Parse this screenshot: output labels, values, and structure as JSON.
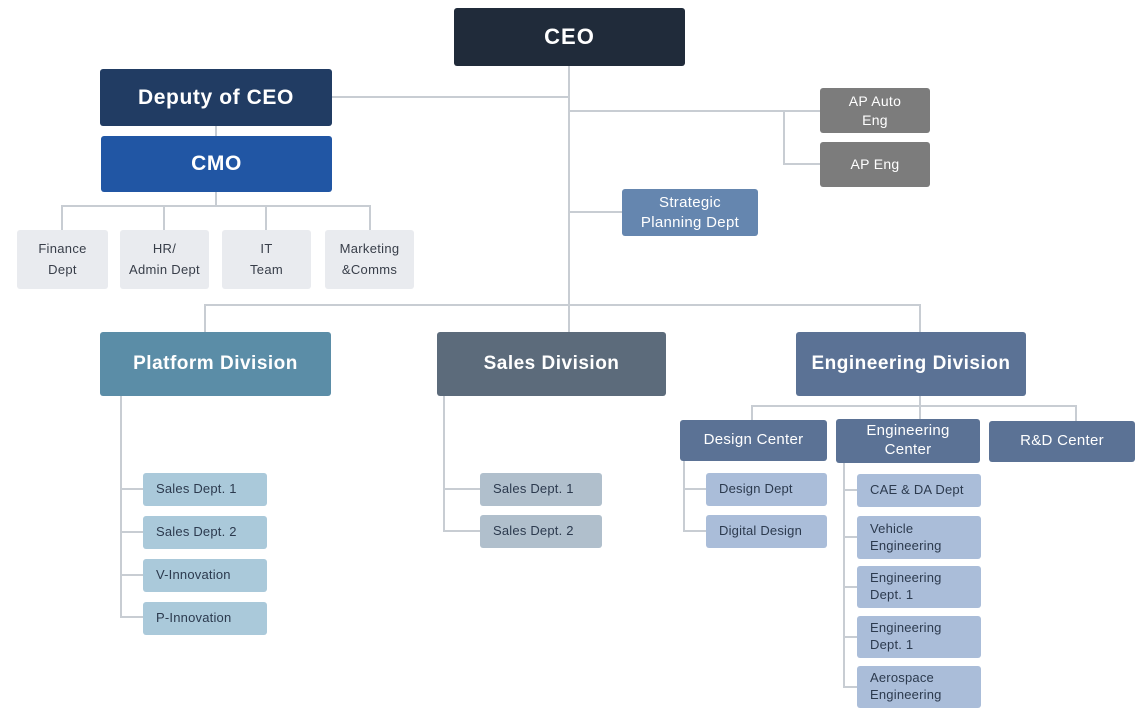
{
  "chart": {
    "ceo": {
      "label": "CEO"
    },
    "deputy": {
      "label": "Deputy of CEO"
    },
    "cmo": {
      "label": "CMO"
    },
    "cmo_departments": [
      {
        "label": "Finance\nDept"
      },
      {
        "label": "HR/\nAdmin Dept"
      },
      {
        "label": "IT\nTeam"
      },
      {
        "label": "Marketing\n&Comms"
      }
    ],
    "ap_units": [
      {
        "label": "AP Auto\nEng"
      },
      {
        "label": "AP Eng"
      }
    ],
    "strategic": {
      "label": "Strategic\nPlanning Dept"
    },
    "divisions": {
      "platform": {
        "label": "Platform Division",
        "subs": [
          "Sales Dept. 1",
          "Sales Dept. 2",
          "V-Innovation",
          "P-Innovation"
        ]
      },
      "sales": {
        "label": "Sales Division",
        "subs": [
          "Sales Dept. 1",
          "Sales Dept. 2"
        ]
      },
      "engineering": {
        "label": "Engineering Division",
        "centers": {
          "design": {
            "label": "Design Center",
            "subs": [
              "Design Dept",
              "Digital Design"
            ]
          },
          "engineering": {
            "label": "Engineering\nCenter",
            "subs": [
              "CAE & DA Dept",
              "Vehicle\nEngineering",
              "Engineering\nDept. 1",
              "Engineering\nDept. 1",
              "Aerospace\nEngineering"
            ]
          },
          "rd": {
            "label": "R&D Center"
          }
        }
      }
    }
  },
  "colors": {
    "ceo_bg": "#202b3a",
    "deputy_bg": "#213c63",
    "cmo_bg": "#2156a4",
    "gray_dept_bg": "#e9ebef",
    "gray_dept_text": "#383e49",
    "ap_bg": "#7c7c7c",
    "strategic_bg": "#6586af",
    "platform_bg": "#5b8da7",
    "sales_bg": "#5c6b7b",
    "engineering_bg": "#5b7295",
    "platform_sub_bg": "#aac9da",
    "sales_sub_bg": "#b0bfcc",
    "engineering_sub_bg": "#aabdd9",
    "sub_text": "#2c3a4e",
    "connector_line": "#c8cdd3"
  }
}
